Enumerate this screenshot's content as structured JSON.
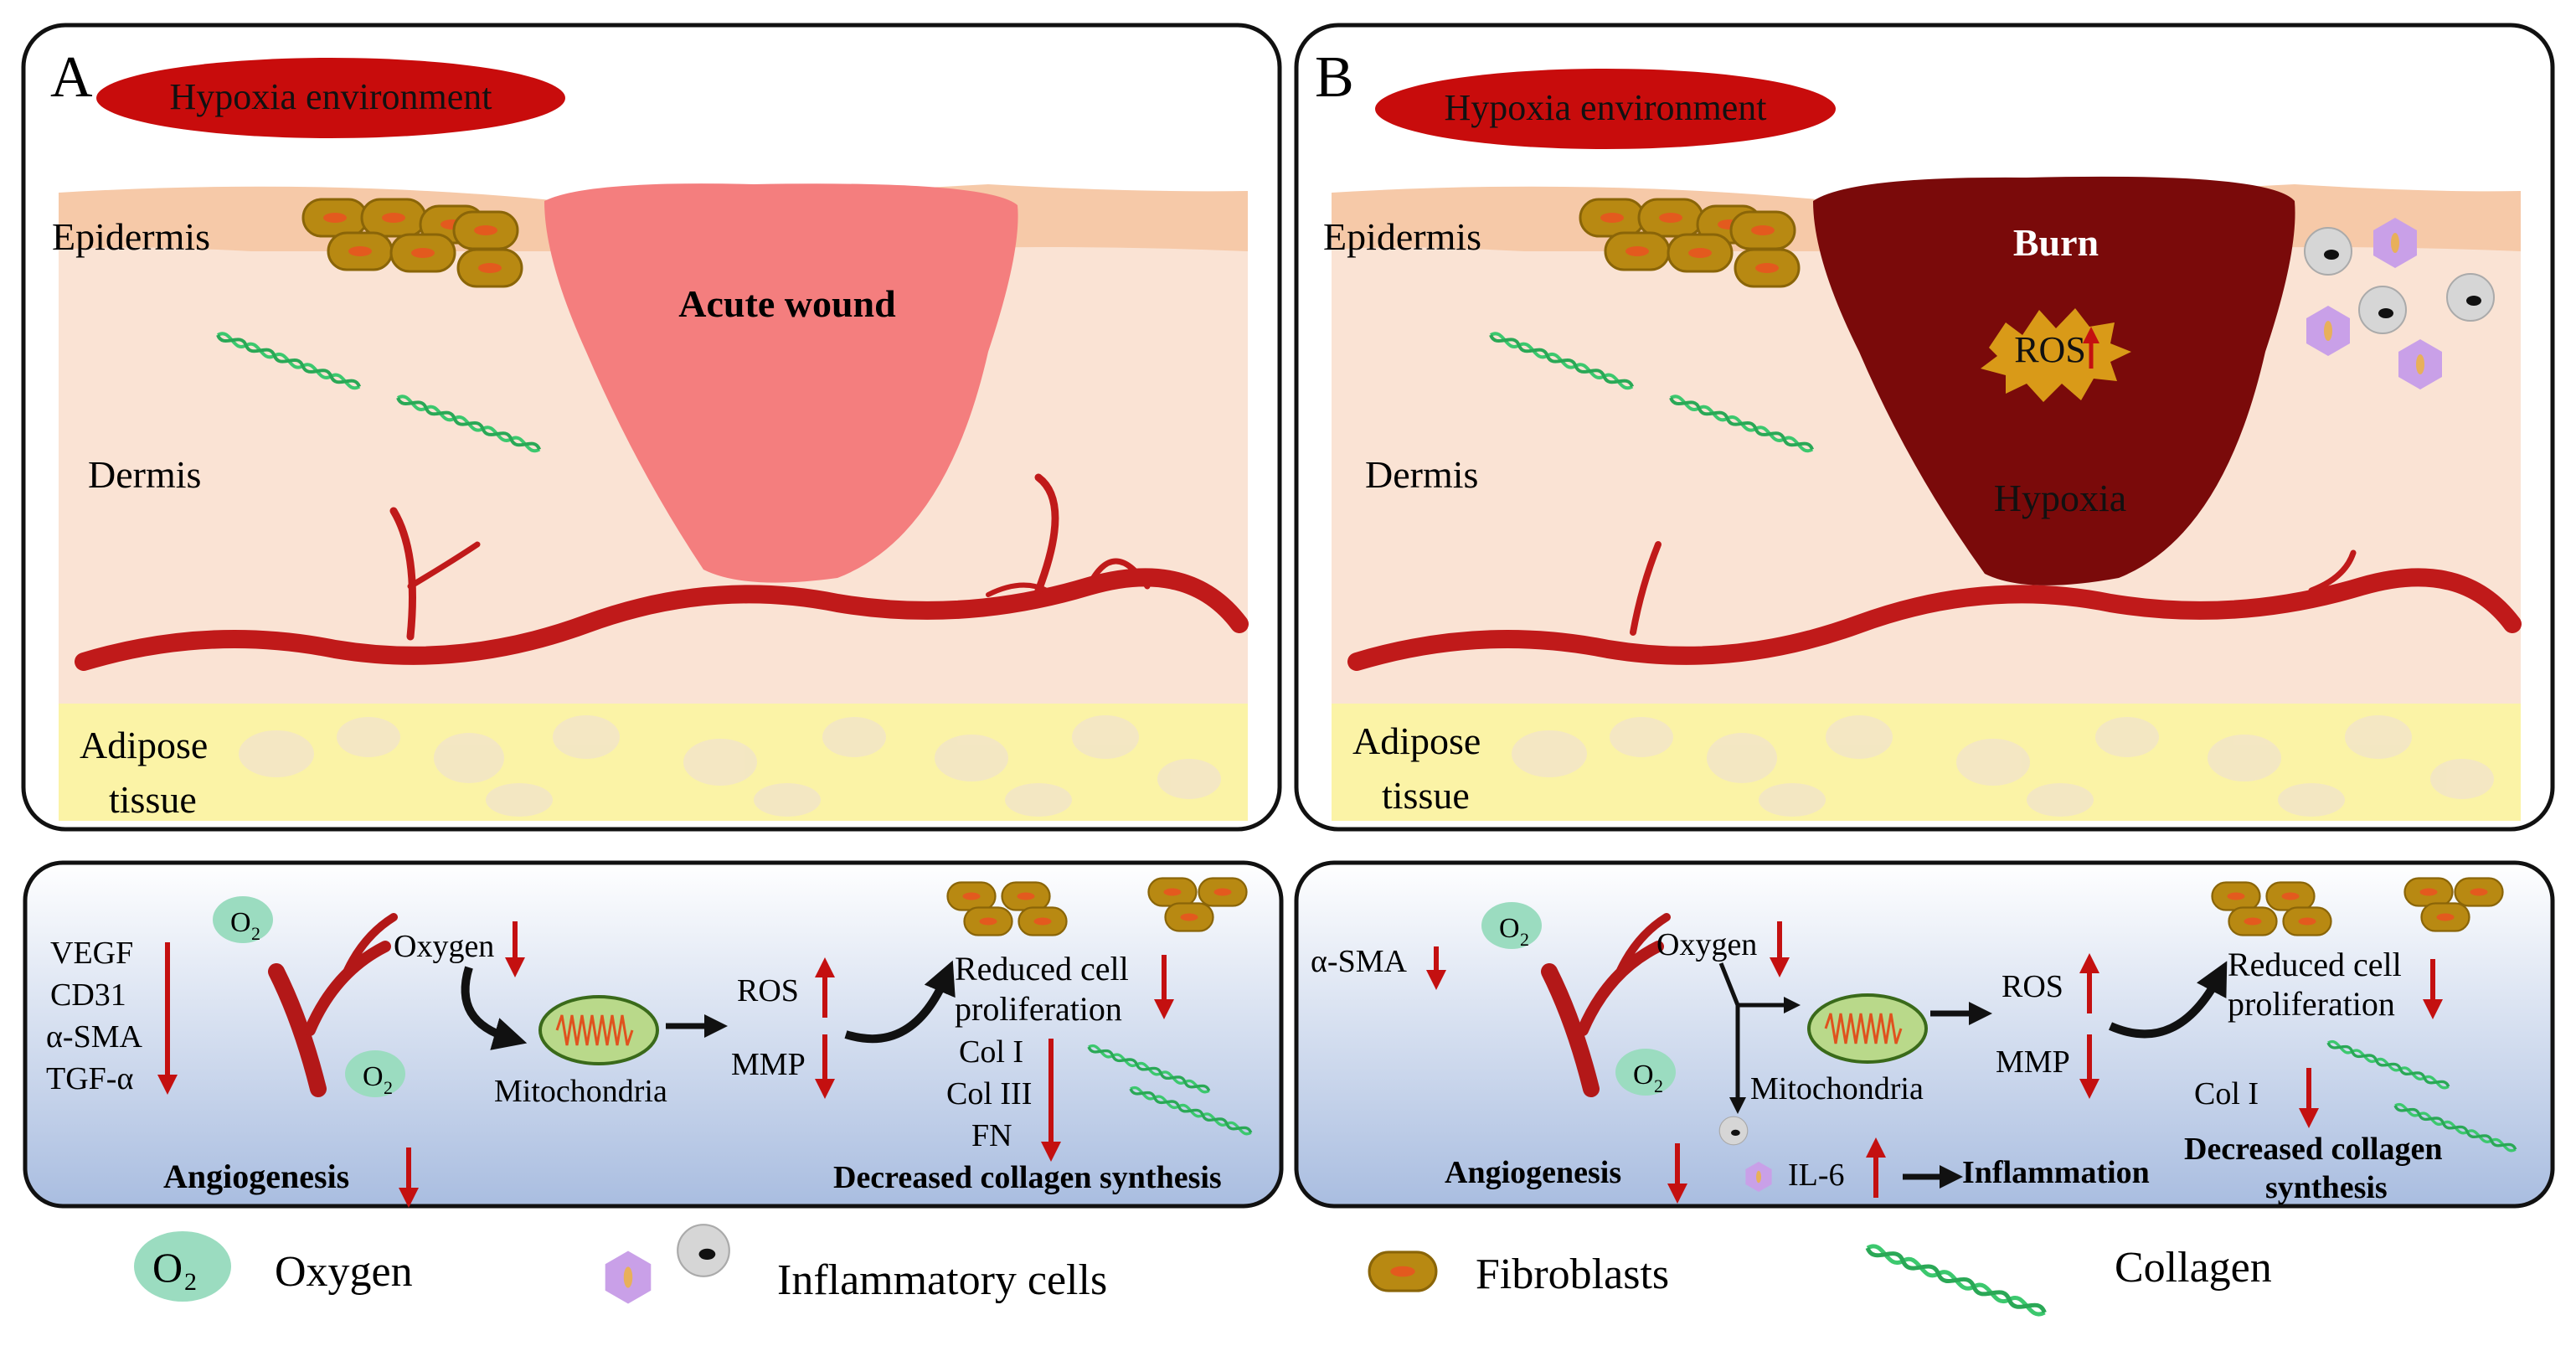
{
  "panel_a": {
    "letter": "A",
    "hypoxia": "Hypoxia environment",
    "epidermis": "Epidermis",
    "dermis": "Dermis",
    "adipose_1": "Adipose",
    "adipose_2": "tissue",
    "wound": "Acute wound",
    "markers": [
      "VEGF",
      "CD31",
      "α-SMA",
      "TGF-α"
    ],
    "o2": "O",
    "o2_sub": "2",
    "oxygen": "Oxygen",
    "mitochondria": "Mitochondria",
    "ros": "ROS",
    "mmp": "MMP",
    "reduced_1": "Reduced cell",
    "reduced_2": "proliferation",
    "collagens": [
      "Col I",
      "Col III",
      "FN"
    ],
    "angiogenesis": "Angiogenesis",
    "decreased": "Decreased collagen synthesis"
  },
  "panel_b": {
    "letter": "B",
    "hypoxia": "Hypoxia environment",
    "epidermis": "Epidermis",
    "dermis": "Dermis",
    "adipose_1": "Adipose",
    "adipose_2": "tissue",
    "burn": "Burn",
    "ros_star": "ROS",
    "hypoxia_label": "Hypoxia",
    "asma": "α-SMA",
    "o2": "O",
    "o2_sub": "2",
    "oxygen": "Oxygen",
    "mitochondria": "Mitochondria",
    "ros": "ROS",
    "mmp": "MMP",
    "reduced_1": "Reduced cell",
    "reduced_2": "proliferation",
    "col1": "Col I",
    "decreased_1": "Decreased collagen",
    "decreased_2": "synthesis",
    "angiogenesis": "Angiogenesis",
    "il6": "IL-6",
    "inflammation": "Inflammation"
  },
  "legend": {
    "o2": "O",
    "o2_sub": "2",
    "oxygen": "Oxygen",
    "inflammatory": "Inflammatory cells",
    "fibroblasts": "Fibroblasts",
    "collagen": "Collagen"
  },
  "colors": {
    "skin_epidermis": "#f6c9a8",
    "skin_dermis": "#fae3d4",
    "adipose": "#fbf3a6",
    "vessel": "#c01a1a",
    "acute_wound": "#f47e7e",
    "burn": "#7a0a0a",
    "hypoxia_oval": "#c80c0c",
    "fibroblast": "#b88912",
    "collagen": "#3cc86e",
    "oxygen": "#9bdcc0",
    "inflammatory_purple": "#c9a0e8",
    "inflammatory_grey": "#d6d6d6",
    "bottom_panel_top": "#ffffff",
    "bottom_panel_bottom": "#a9bde0",
    "arrow_red": "#c41010"
  }
}
